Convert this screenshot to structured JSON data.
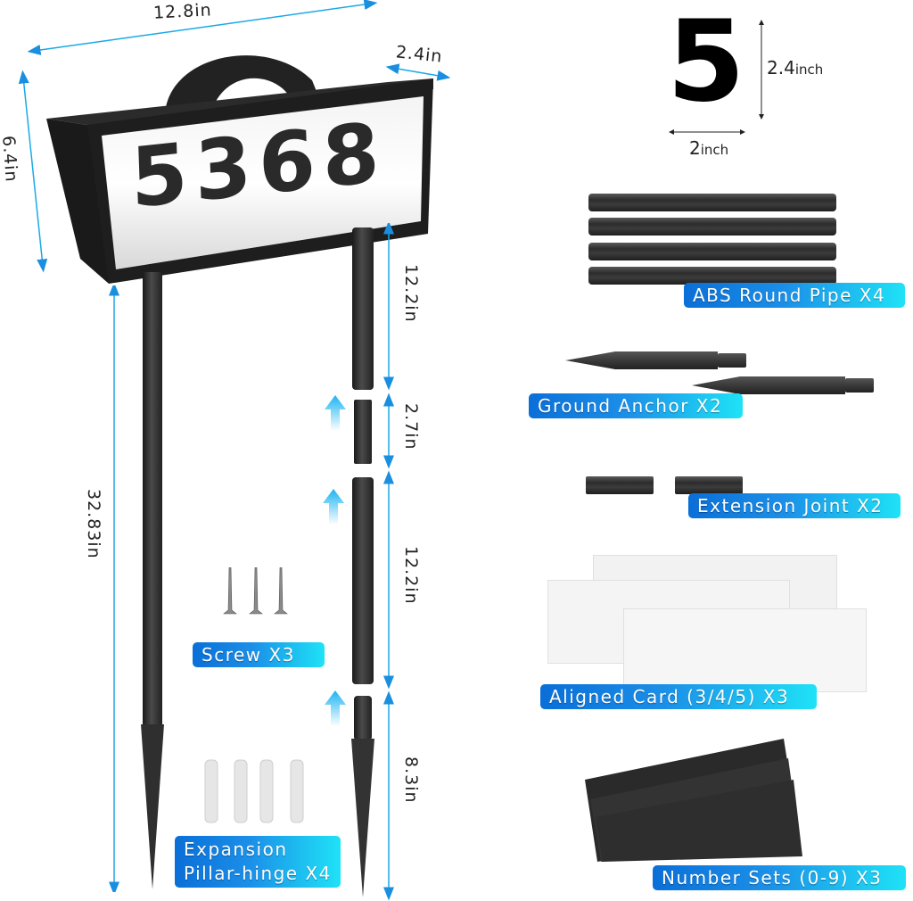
{
  "sign": {
    "house_number": "5368",
    "dimensions": {
      "width": "12.8in",
      "depth": "2.4in",
      "height": "6.4in",
      "total_height": "32.83in"
    }
  },
  "pole_segments": [
    {
      "name": "upper pipe",
      "length": "12.2in"
    },
    {
      "name": "extension joint",
      "length": "2.7in"
    },
    {
      "name": "lower pipe",
      "length": "12.2in"
    },
    {
      "name": "ground anchor",
      "length": "8.3in"
    }
  ],
  "digit_sample": {
    "digit": "5",
    "height_value": "2.4",
    "height_unit": "inch",
    "width_value": "2",
    "width_unit": "inch"
  },
  "parts": [
    {
      "label": "ABS Round Pipe X4"
    },
    {
      "label": "Ground Anchor X2"
    },
    {
      "label": "Extension Joint X2"
    },
    {
      "label": "Aligned Card (3/4/5) X3"
    },
    {
      "label": "Number Sets (0-9) X3"
    },
    {
      "label": "Screw X3"
    },
    {
      "label": "Expansion\nPillar-hinge X4"
    }
  ],
  "colors": {
    "badge_start": "#0a6fd8",
    "badge_end": "#1fe2f6",
    "dimension_line": "#1aa9e6",
    "sign_frame": "#1e1e1e"
  }
}
